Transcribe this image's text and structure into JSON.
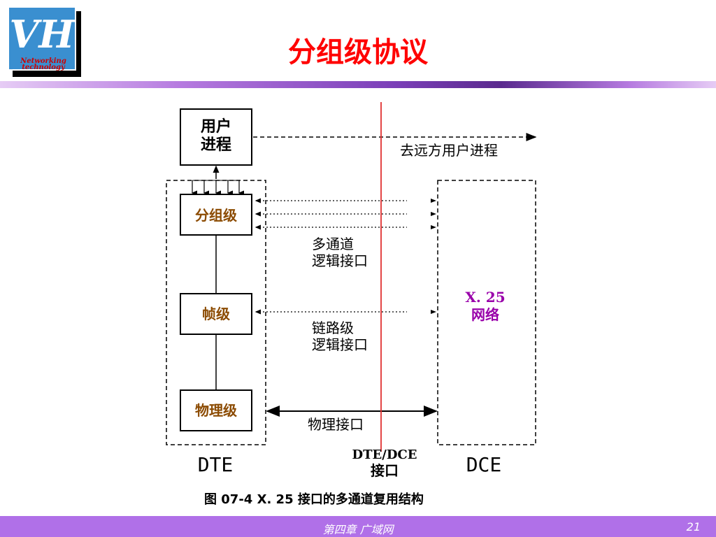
{
  "slide": {
    "title": "分组级协议",
    "footer": "第四章  广域网",
    "page_number": "21"
  },
  "logo": {
    "letters": "VH",
    "line1": "Networking",
    "line2": "technology"
  },
  "diagram": {
    "user_process": [
      "用户",
      "进程"
    ],
    "remote_process": "去远方用户进程",
    "packet_level": "分组级",
    "frame_level": "帧级",
    "physical_level": "物理级",
    "multichannel_interface": [
      "多通道",
      "逻辑接口"
    ],
    "link_interface": [
      "链路级",
      "逻辑接口"
    ],
    "physical_interface": "物理接口",
    "network_label": [
      "X. 25",
      "网络"
    ],
    "dte": "DTE",
    "dce": "DCE",
    "dte_dce_interface": [
      "DTE/DCE",
      "接口"
    ],
    "caption": "图 07-4  X. 25 接口的多通道复用结构"
  },
  "colors": {
    "title": "#ff0000",
    "level_text": "#8b4a00",
    "network_text": "#9900aa",
    "boundary_line": "#e03030",
    "footer": "#b070e8"
  }
}
